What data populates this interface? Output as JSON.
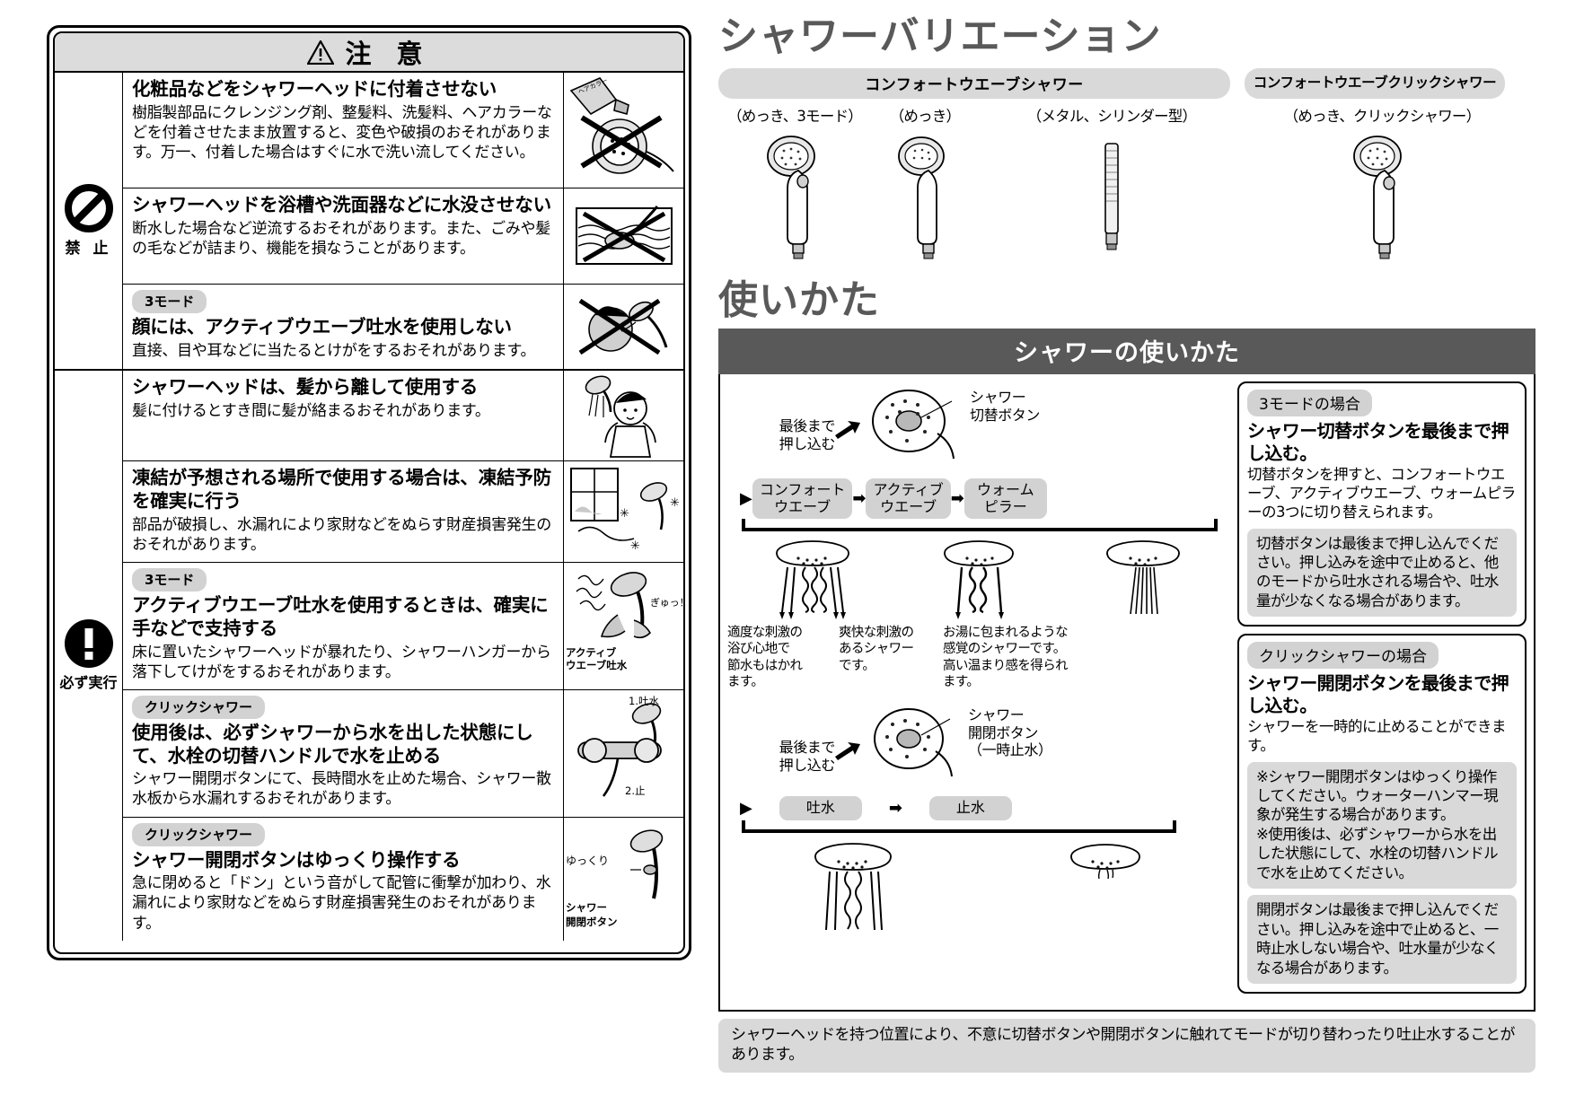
{
  "left_panel": {
    "header": {
      "icon": "warning-triangle-icon",
      "title": "注 意"
    },
    "groups": [
      {
        "icon": "prohibition-icon",
        "icon_label": "禁 止",
        "rows": [
          {
            "tag": null,
            "headline": "化粧品などをシャワーヘッドに付着させない",
            "body": "樹脂製部品にクレンジング剤、整髪料、洗髪料、ヘアカラーなどを付着させたまま放置すると、変色や破損のおそれがあります。万一、付着した場合はすぐに水で洗い流してください。",
            "figure": "hair-color-tube-on-showerhead-figure"
          },
          {
            "tag": null,
            "headline": "シャワーヘッドを浴槽や洗面器などに水没させない",
            "body": "断水した場合など逆流するおそれがあります。また、ごみや髪の毛などが詰まり、機能を損なうことがあります。",
            "figure": "showerhead-submerged-in-tub-figure"
          },
          {
            "tag": "3モード",
            "headline": "顔には、アクティブウエーブ吐水を使用しない",
            "body": "直接、目や耳などに当たるとけがをするおそれがあります。",
            "figure": "spray-on-face-prohibited-figure"
          }
        ]
      },
      {
        "icon": "mandatory-icon",
        "icon_label": "必ず実行",
        "rows": [
          {
            "tag": null,
            "headline": "シャワーヘッドは、髪から離して使用する",
            "body": "髪に付けるとすき間に髪が絡まるおそれがあります。",
            "figure": "person-washing-hair-figure"
          },
          {
            "tag": null,
            "headline": "凍結が予想される場所で使用する場合は、凍結予防を確実に行う",
            "body": "部品が破損し、水漏れにより家財などをぬらす財産損害発生のおそれがあります。",
            "figure": "freezing-window-snow-figure"
          },
          {
            "tag": "3モード",
            "headline": "アクティブウエーブ吐水を使用するときは、確実に手などで支持する",
            "body": "床に置いたシャワーヘッドが暴れたり、シャワーハンガーから落下してけがをするおそれがあります。",
            "figure": "hold-showerhead-firmly-figure",
            "figure_labels": [
              "ぎゅっ！",
              "アクティブ",
              "ウエーブ吐水"
            ]
          },
          {
            "tag": "クリックシャワー",
            "headline": "使用後は、必ずシャワーから水を出した状態にして、水栓の切替ハンドルで水を止める",
            "body": "シャワー開閉ボタンにて、長時間水を止めた場合、シャワー散水板から水漏れするおそれがあります。",
            "figure": "faucet-handle-stop-water-figure",
            "figure_labels": [
              "1.吐水",
              "2.止"
            ]
          },
          {
            "tag": "クリックシャワー",
            "headline": "シャワー開閉ボタンはゆっくり操作する",
            "body": "急に閉めると「ドン」という音がして配管に衝撃が加わり、水漏れにより家財などをぬらす財産損害発生のおそれがあります。",
            "figure": "slow-button-operation-figure",
            "figure_labels": [
              "ゆっくり",
              "シャワー",
              "開閉ボタン"
            ]
          }
        ]
      }
    ]
  },
  "right_panel": {
    "variation": {
      "title": "シャワーバリエーション",
      "bands": [
        {
          "label": "コンフォートウエーブシャワー",
          "width": "wide"
        },
        {
          "label": "コンフォートウエーブクリックシャワー",
          "width": "narrow"
        }
      ],
      "sub_labels": [
        "（めっき、3モード）",
        "（めっき）",
        "（メタル、シリンダー型）",
        "（めっき、クリックシャワー）"
      ],
      "products": [
        "showerhead-3mode-figure",
        "showerhead-plated-figure",
        "showerhead-cylinder-metal-figure",
        "showerhead-click-figure"
      ]
    },
    "usage": {
      "title": "使いかた",
      "section_bar": "シャワーの使いかた",
      "diagram_a": {
        "head_figure": "showerhead-with-switch-button-figure",
        "callout_label": "シャワー\n切替ボタン",
        "push_label": "最後まで\n押し込む",
        "arrow_icon": "black-arrow-icon",
        "chips": [
          "コンフォート\nウエーブ",
          "アクティブ\nウエーブ",
          "ウォーム\nピラー"
        ],
        "chip_arrow": "▶",
        "mode_descs": [
          "適度な刺激の\n浴び心地で\n節水もはかれ\nます。",
          "爽快な刺激の\nあるシャワー\nです。",
          "お湯に包まれるような\n感覚のシャワーです。\n高い温まり感を得られ\nます。"
        ],
        "spray_figures": [
          "comfort-wave-spray-figure",
          "active-wave-spray-figure",
          "warm-pillar-spray-figure"
        ]
      },
      "diagram_b": {
        "head_figure": "showerhead-with-openclose-button-figure",
        "callout_label": "シャワー\n開閉ボタン\n（一時止水）",
        "push_label": "最後まで\n押し込む",
        "chips": [
          "吐水",
          "止水"
        ],
        "chip_arrow": "➡",
        "spray_figures": [
          "water-on-figure",
          "water-off-figure"
        ]
      },
      "callouts": [
        {
          "tag": "3モードの場合",
          "title": "シャワー切替ボタンを最後まで押し込む。",
          "body": "切替ボタンを押すと、コンフォートウエーブ、アクティブウエーブ、ウォームピラーの3つに切り替えられます。",
          "note": "切替ボタンは最後まで押し込んでください。押し込みを途中で止めると、他のモードから吐水される場合や、吐水量が少なくなる場合があります。"
        },
        {
          "tag": "クリックシャワーの場合",
          "title": "シャワー開閉ボタンを最後まで押し込む。",
          "body": "シャワーを一時的に止めることができます。",
          "note": "※シャワー開閉ボタンはゆっくり操作してください。ウォーターハンマー現象が発生する場合があります。\n※使用後は、必ずシャワーから水を出した状態にして、水栓の切替ハンドルで水を止めてください。",
          "note2": "開閉ボタンは最後まで押し込んでください。押し込みを途中で止めると、一時止水しない場合や、吐水量が少なくなる場合があります。"
        }
      ],
      "bottom_note": "シャワーヘッドを持つ位置により、不意に切替ボタンや開閉ボタンに触れてモードが切り替わったり吐止水することがあります。"
    }
  }
}
